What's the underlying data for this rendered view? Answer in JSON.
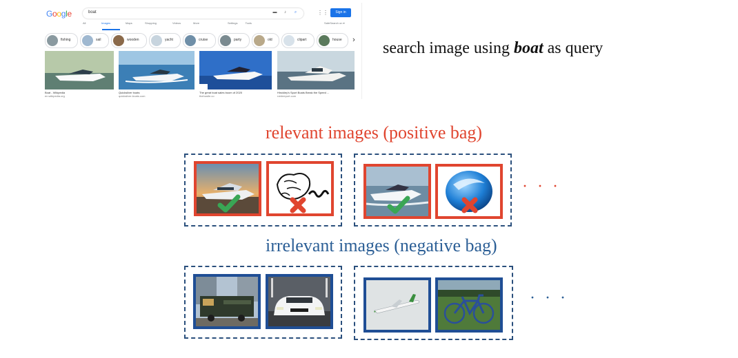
{
  "google": {
    "logo": [
      "G",
      "o",
      "o",
      "g",
      "l",
      "e"
    ],
    "query": "boat",
    "sign_in": "Sign in",
    "apps_icon": "apps-grid-icon",
    "tabs": [
      "All",
      "Images",
      "Maps",
      "Shopping",
      "Videos",
      "More"
    ],
    "tools": [
      "Settings",
      "Tools"
    ],
    "safe_search": "SafeSearch on ▾",
    "chips": [
      "fishing",
      "sail",
      "wooden",
      "yacht",
      "cruise",
      "party",
      "old",
      "clipart",
      "house"
    ],
    "results": [
      {
        "title": "Boat - Wikipedia",
        "source": "en.wikipedia.org"
      },
      {
        "title": "Quicksilver boats",
        "source": "quicksilver-boats.com"
      },
      {
        "title": "The great boat sales boom of 2020",
        "source": "thehustle.co"
      },
      {
        "title": "Hinckley's Sport Boats Break the Speed ...",
        "source": "robbreport.com"
      }
    ]
  },
  "caption": {
    "before": "search image using ",
    "query": "boat",
    "after": " as query"
  },
  "positive_bag": {
    "title": "relevant images (positive bag)",
    "ellipsis": "· · ·",
    "items": [
      "yacht-check",
      "sketch-cross",
      "motorboat-check",
      "logo-cross"
    ]
  },
  "negative_bag": {
    "title": "irrelevant images (negative bag)",
    "ellipsis": "· · ·",
    "items": [
      "train",
      "car",
      "airplane",
      "bicycle"
    ]
  },
  "colors": {
    "positive": "#e0452f",
    "negative": "#1f4e95",
    "dash": "#2a4f7c",
    "check": "#3aa655",
    "cross": "#e0452f"
  }
}
